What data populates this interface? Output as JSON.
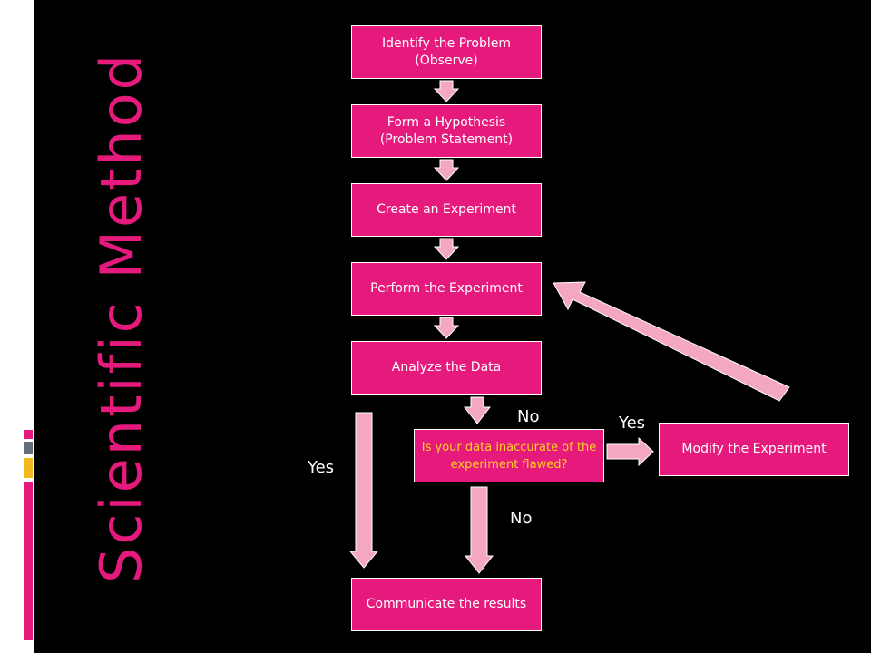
{
  "title": "Scientific Method",
  "colors": {
    "accent": "#e6197d",
    "arrow": "#f4a7c1",
    "decision_text": "#ffd21e",
    "background": "#000000"
  },
  "steps": {
    "identify": "Identify the Problem (Observe)",
    "hypothesis": "Form a Hypothesis (Problem Statement)",
    "create": "Create an Experiment",
    "perform": "Perform the Experiment",
    "analyze": "Analyze the Data",
    "decision": "Is your data inaccurate of the experiment flawed?",
    "modify": "Modify the Experiment",
    "communicate": "Communicate the results"
  },
  "labels": {
    "no_top": "No",
    "yes_right": "Yes",
    "yes_left": "Yes",
    "no_bottom": "No"
  }
}
